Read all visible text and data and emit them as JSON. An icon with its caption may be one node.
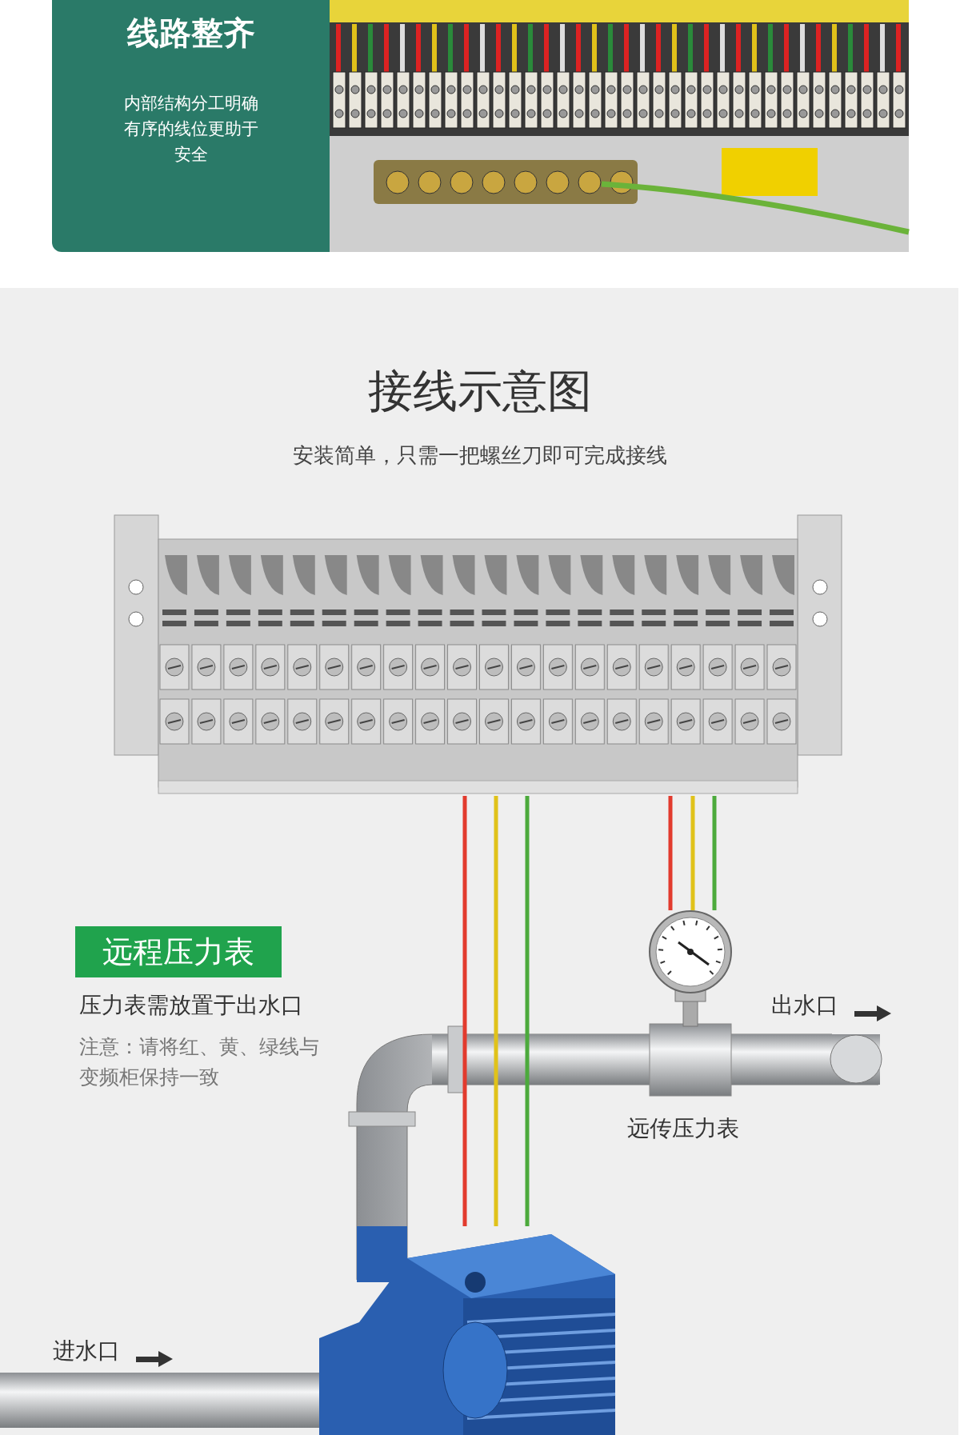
{
  "diagram": {
    "title": "接线示意图",
    "nodes": [
      {
        "text": [
          "线路整齐",
          "内部结构分工明确有序的线位更助于安全"
        ]
      },
      {
        "text": [],
        "shape": "picture"
      },
      {
        "text": [],
        "shape": "picture"
      },
      {
        "text": [],
        "shape": "picture"
      },
      {
        "text": [
          "远程压力表"
        ]
      }
    ],
    "edges": [
      {
        "from": 1,
        "to": 3,
        "arrow": "none",
        "color": "#e23b2e"
      },
      {
        "from": 1,
        "to": 3,
        "arrow": "none",
        "color": "#e0c21a"
      },
      {
        "from": 1,
        "to": 3,
        "arrow": "none",
        "color": "#4caa3c"
      },
      {
        "from": 1,
        "to": 2,
        "arrow": "none",
        "color": "#e23b2e"
      },
      {
        "from": 1,
        "to": 2,
        "arrow": "none",
        "color": "#e0c21a"
      },
      {
        "from": 1,
        "to": 2,
        "arrow": "none",
        "color": "#4caa3c"
      }
    ],
    "labels": [
      "安装简单，只需一把螺丝刀即可完成接线",
      "压力表需放置于出水口",
      "注意：请将红、黄、绿线与变频柜保持一致",
      "出水口",
      "远传压力表",
      "进水口"
    ]
  }
}
